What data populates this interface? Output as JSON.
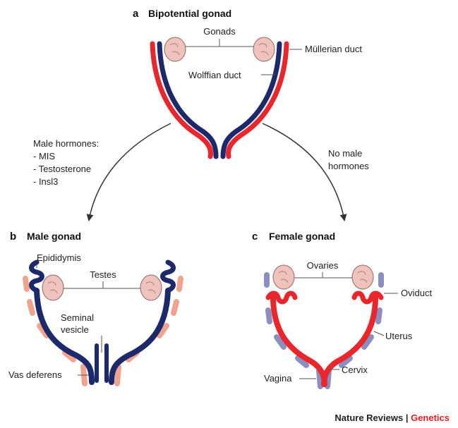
{
  "panels": {
    "a": {
      "letter": "a",
      "title": "Bipotential gonad",
      "gonads": "Gonads",
      "mullerian": "Müllerian duct",
      "wolffian": "Wolffian duct"
    },
    "b": {
      "letter": "b",
      "title": "Male gonad",
      "epididymis": "Epididymis",
      "testes": "Testes",
      "seminal_1": "Seminal",
      "seminal_2": "vesicle",
      "vas": "Vas deferens"
    },
    "c": {
      "letter": "c",
      "title": "Female gonad",
      "ovaries": "Ovaries",
      "oviduct": "Oviduct",
      "uterus": "Uterus",
      "cervix": "Cervix",
      "vagina": "Vagina"
    }
  },
  "arrows": {
    "male": [
      "Male hormones:",
      "- MIS",
      "- Testosterone",
      "- Insl3"
    ],
    "female": [
      "No male",
      "hormones"
    ]
  },
  "credit": {
    "journal": "Nature Reviews",
    "separator": " | ",
    "section": "Genetics"
  },
  "colors": {
    "mullerian": "#e8262b",
    "wolffian": "#1c2a6b",
    "gonad": "#efc2bb",
    "male_tissue": "#f2a38e",
    "uterus_outline": "#8a8fbf",
    "accent": "#e01e25"
  }
}
